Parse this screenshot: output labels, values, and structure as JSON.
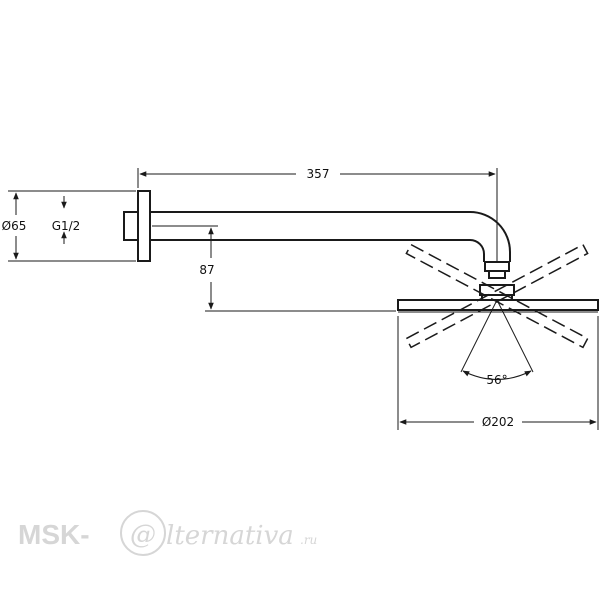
{
  "dimensions": {
    "arm_length": "357",
    "drop_height": "87",
    "flange_diameter": "Ø65",
    "thread": "G1/2",
    "spray_angle": "56°",
    "head_diameter": "Ø202"
  },
  "watermark": {
    "brand_left": "MSK-",
    "brand_at": "@",
    "brand_right": "lternativa",
    "brand_tld": ".ru"
  },
  "colors": {
    "line": "#1a1a1a",
    "watermark": "#d6d6d6"
  }
}
